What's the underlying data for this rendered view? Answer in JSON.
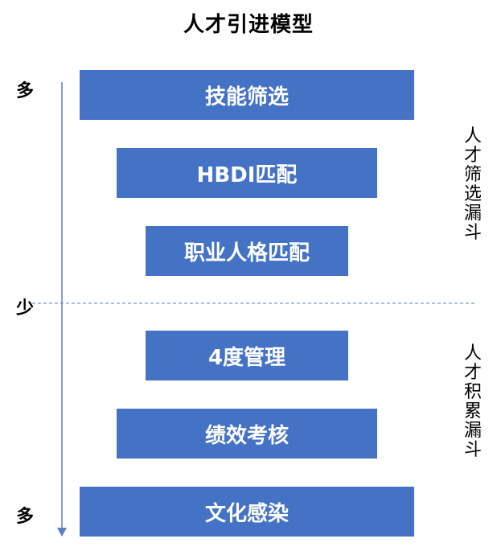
{
  "title": "人才引进模型",
  "axis": {
    "top_label": "多",
    "middle_label": "少",
    "bottom_label": "多"
  },
  "funnels": {
    "screening": "人才筛选漏斗",
    "accumulation": "人才积累漏斗"
  },
  "bars": [
    {
      "label": "技能筛选"
    },
    {
      "label": "HBDI匹配"
    },
    {
      "label": "职业人格匹配"
    },
    {
      "label": "4度管理"
    },
    {
      "label": "绩效考核"
    },
    {
      "label": "文化感染"
    }
  ],
  "colors": {
    "bar": "#4472c4",
    "arrow": "#5b7fc4",
    "divider": "#5b7fc4"
  }
}
